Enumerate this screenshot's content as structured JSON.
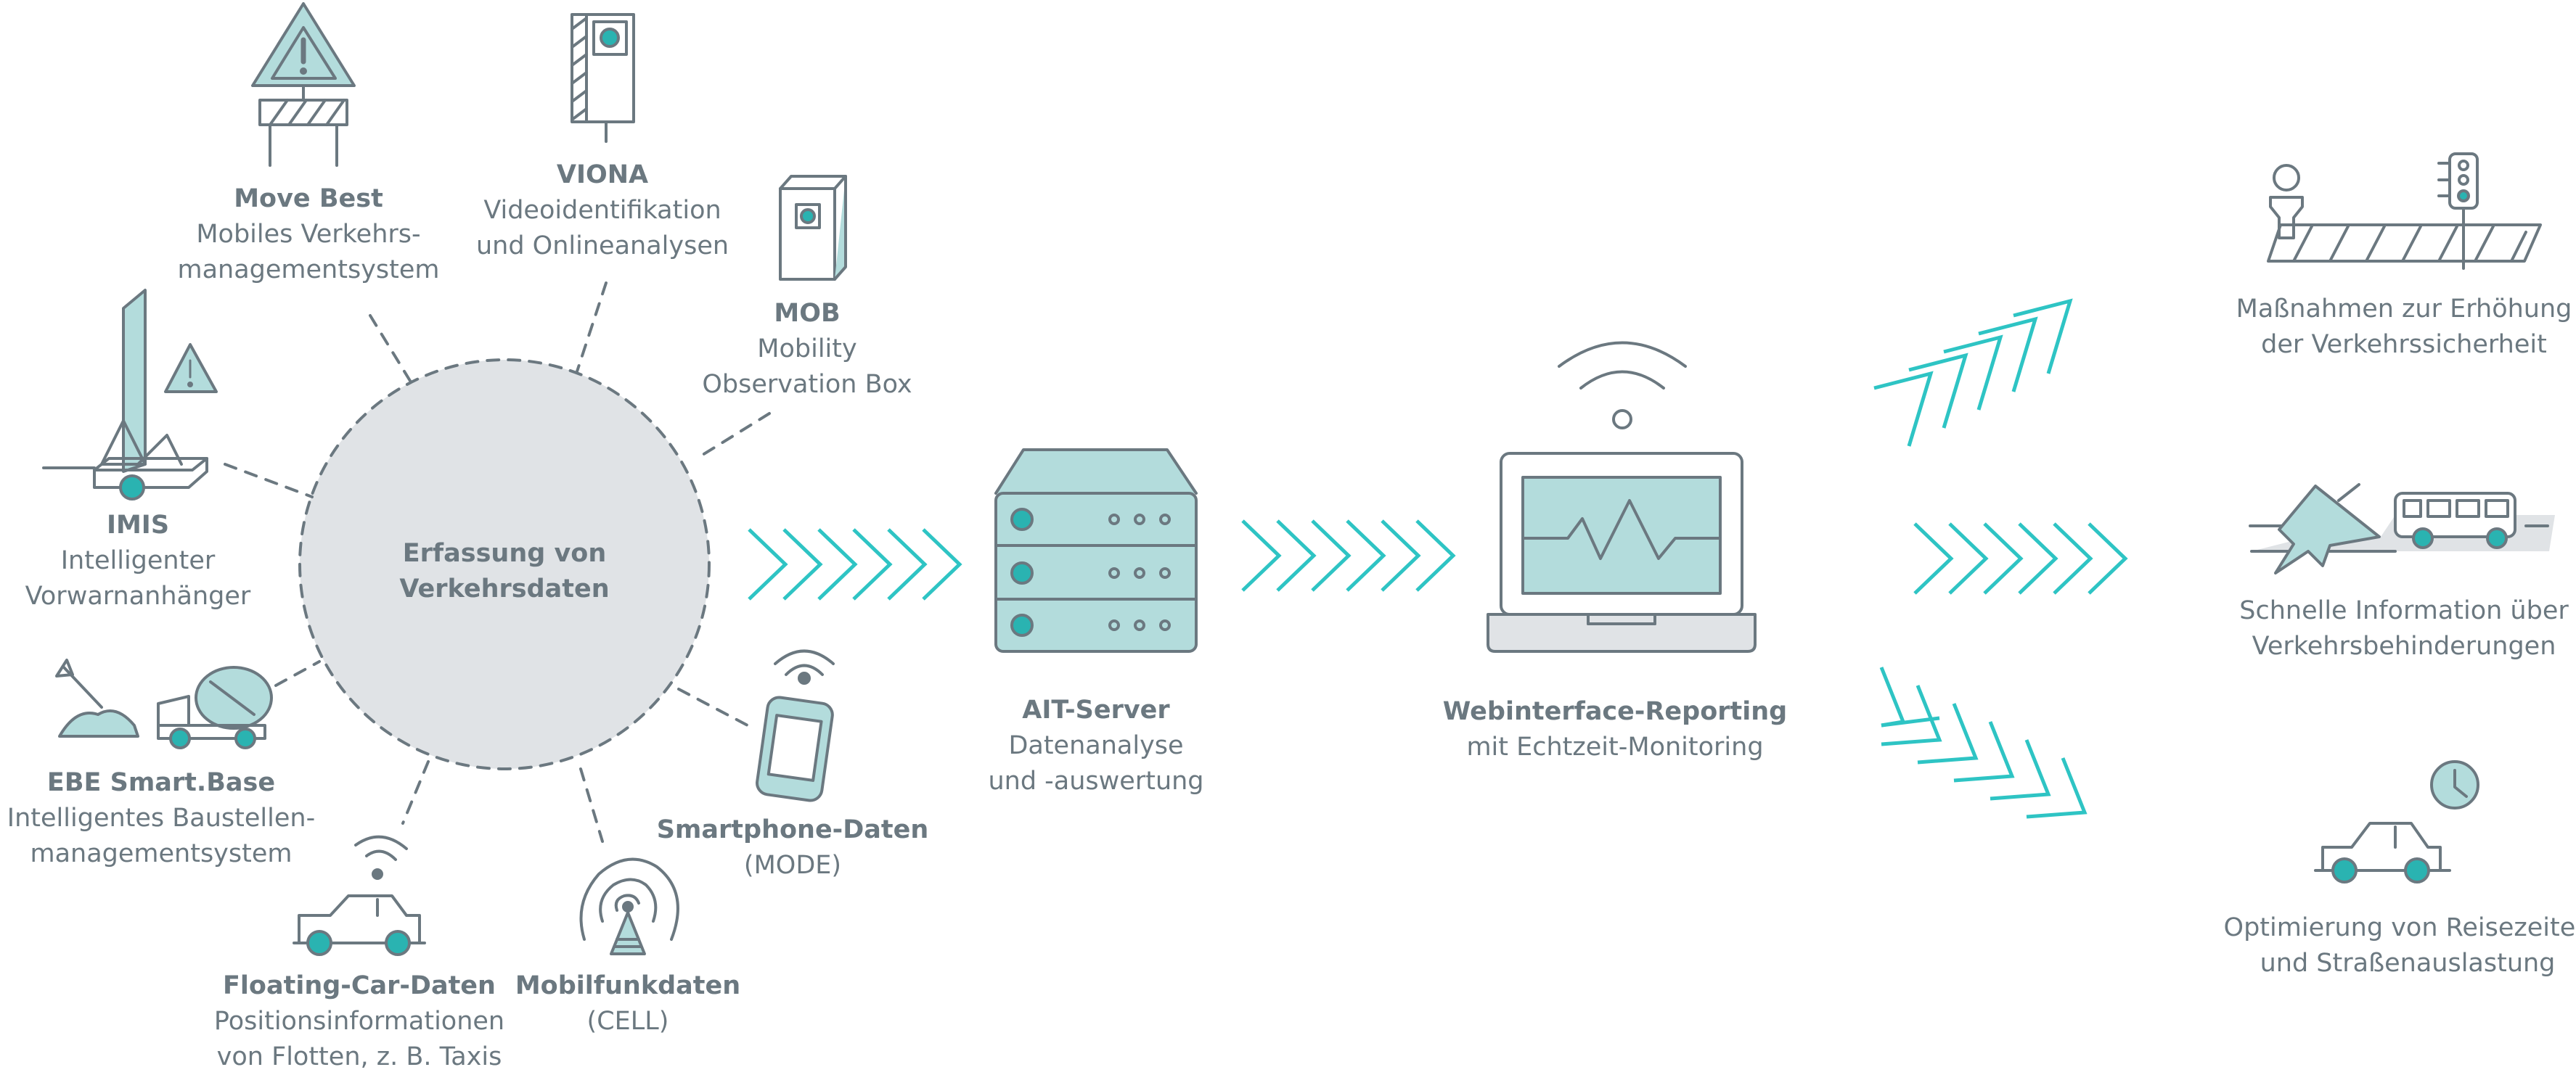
{
  "colors": {
    "line": "#6b7880",
    "teal": "#2ab3b1",
    "light_teal": "#b3dcdc",
    "circle_fill": "#e0e3e6",
    "chevron": "#2ec4c4"
  },
  "center": {
    "line1": "Erfassung von",
    "line2": "Verkehrsdaten"
  },
  "sources": [
    {
      "icon": "warning-barrier-icon",
      "title": "Move Best",
      "sub1": "Mobiles Verkehrs-",
      "sub2": "managementsystem"
    },
    {
      "icon": "camera-pole-icon",
      "title": "VIONA",
      "sub1": "Videoidentifikation",
      "sub2": "und Onlineanalysen"
    },
    {
      "icon": "box-icon",
      "title": "MOB",
      "sub1": "Mobility",
      "sub2": "Observation Box"
    },
    {
      "icon": "warning-trailer-icon",
      "title": "IMIS",
      "sub1": "Intelligenter",
      "sub2": "Vorwarnanhänger"
    },
    {
      "icon": "smartphone-icon",
      "title": "Smartphone-Daten",
      "sub1": "(MODE)",
      "sub2": ""
    },
    {
      "icon": "construction-truck-icon",
      "title": "EBE Smart.Base",
      "sub1": "Intelligentes Baustellen-",
      "sub2": "managementsystem"
    },
    {
      "icon": "cell-tower-icon",
      "title": "Mobilfunkdaten",
      "sub1": "(CELL)",
      "sub2": ""
    },
    {
      "icon": "connected-car-icon",
      "title": "Floating-Car-Daten",
      "sub1": "Positionsinformationen",
      "sub2": "von Flotten, z. B. Taxis"
    }
  ],
  "server": {
    "icon": "server-icon",
    "title": "AIT-Server",
    "sub1": "Datenanalyse",
    "sub2": "und -auswertung"
  },
  "web": {
    "icon": "laptop-wifi-icon",
    "title": "Webinterface-Reporting",
    "sub1": "mit Echtzeit-Monitoring"
  },
  "outcomes": [
    {
      "icon": "crosswalk-traffic-light-icon",
      "line1": "Maßnahmen zur Erhöhung",
      "line2": "der Verkehrssicherheit"
    },
    {
      "icon": "crash-bus-icon",
      "line1": "Schnelle Information über",
      "line2": "Verkehrsbehinderungen"
    },
    {
      "icon": "car-clock-icon",
      "line1": "Optimierung von Reisezeiten",
      "line2": "und Straßenauslastung"
    }
  ]
}
